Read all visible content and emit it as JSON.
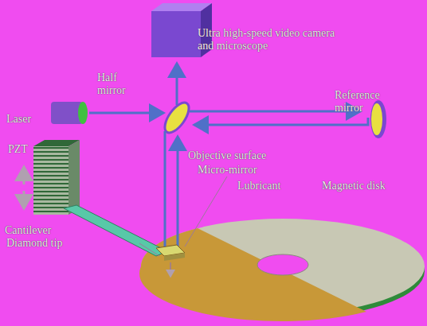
{
  "diagram": {
    "labels": [
      "Ultra high-speed video camera and microscope",
      "Half mirror",
      "Laser",
      "Reference mirror",
      "PZT",
      "Objective surface",
      "Micro-mirror",
      "Lubricant",
      "Magnetic disk",
      "Cantilever",
      "Diamond tip"
    ]
  }
}
